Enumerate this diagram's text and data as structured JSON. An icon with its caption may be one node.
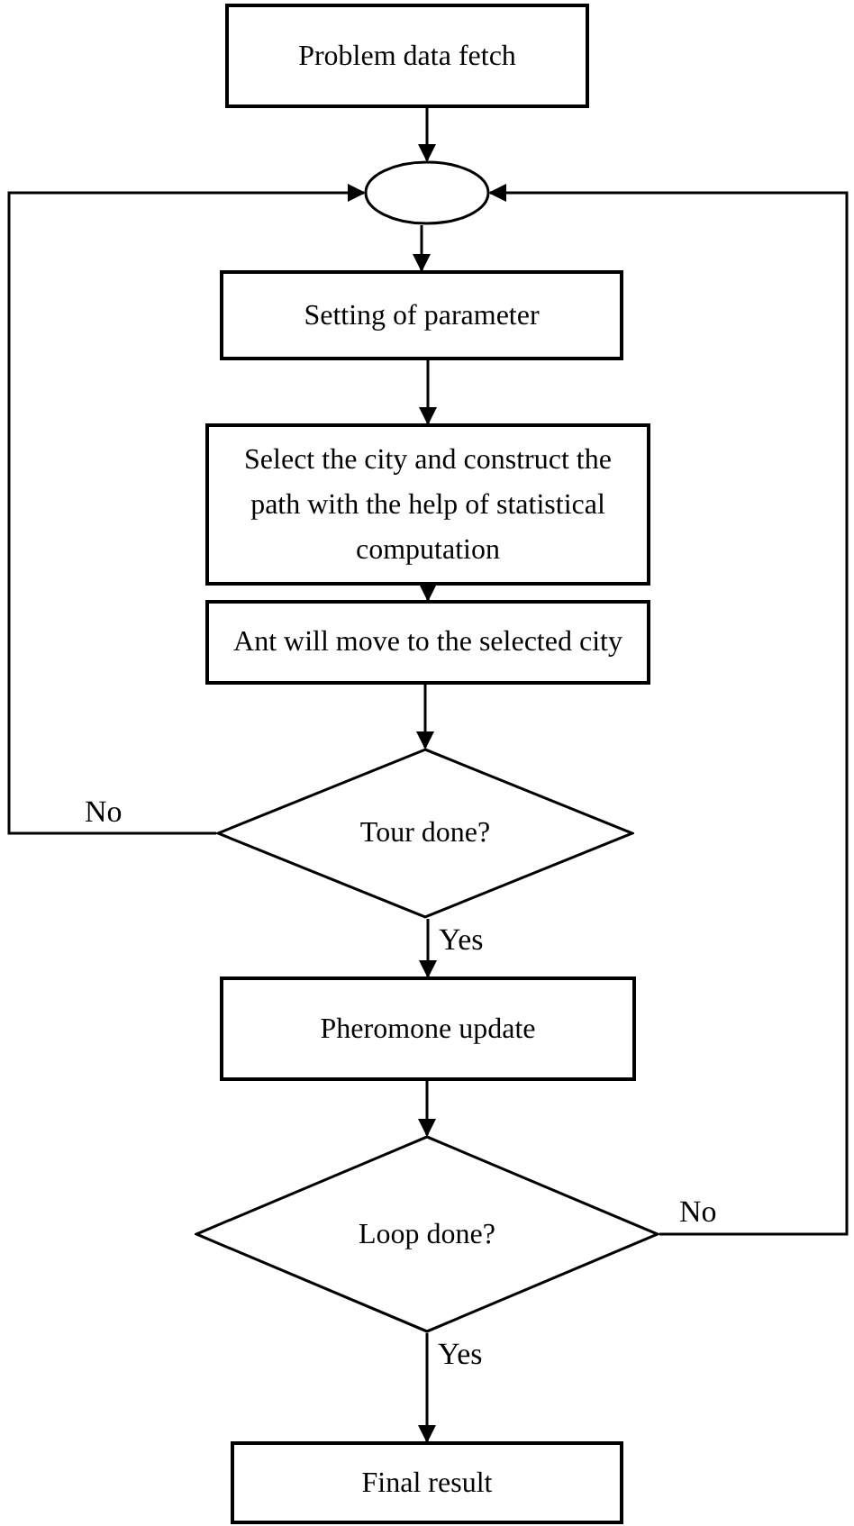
{
  "diagram": {
    "nodes": [
      {
        "text": [
          "Problem data fetch"
        ]
      },
      {
        "text": [],
        "shape": "ellipse"
      },
      {
        "text": [
          "Setting of parameter"
        ]
      },
      {
        "text": [
          "Select the city and construct the path with the help of statistical computation"
        ]
      },
      {
        "text": [
          "Ant will move to the selected city"
        ]
      },
      {
        "text": [
          "Tour done?"
        ]
      },
      {
        "text": [
          "Pheromone update"
        ]
      },
      {
        "text": [
          "Loop done?"
        ]
      },
      {
        "text": [
          "Final result"
        ]
      }
    ],
    "edges": [
      {
        "from": 0,
        "to": 1,
        "arrow": "to"
      },
      {
        "from": 1,
        "to": 2,
        "arrow": "to"
      },
      {
        "from": 2,
        "to": 3,
        "arrow": "to"
      },
      {
        "from": 3,
        "to": 4,
        "arrow": "to"
      },
      {
        "from": 4,
        "to": 5,
        "arrow": "to"
      },
      {
        "from": 5,
        "to": 6,
        "arrow": "to",
        "label": "Yes"
      },
      {
        "from": 6,
        "to": 7,
        "arrow": "to"
      },
      {
        "from": 7,
        "to": 8,
        "arrow": "to",
        "label": "Yes"
      },
      {
        "from": 5,
        "to": 1,
        "arrow": "to",
        "label": "No"
      },
      {
        "from": 7,
        "to": 1,
        "arrow": "to",
        "label": "No"
      }
    ]
  }
}
